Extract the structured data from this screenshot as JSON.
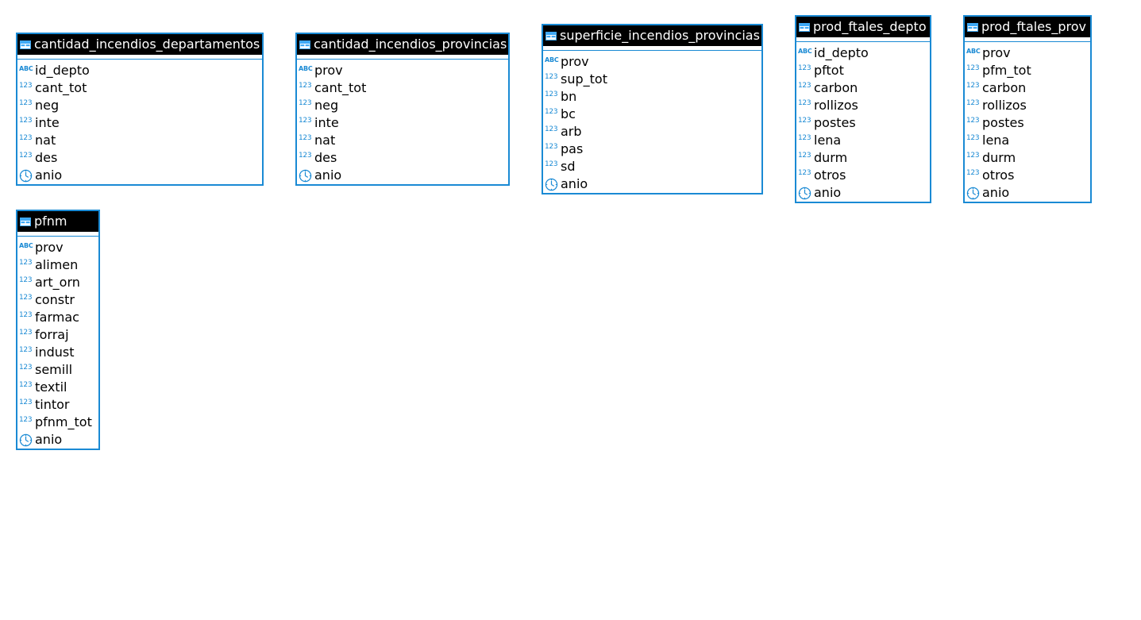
{
  "colors": {
    "border": "#1a8ad4",
    "header_bg": "#000000",
    "header_text": "#ffffff",
    "type_icon": "#1a8ad4"
  },
  "type_icons": {
    "string": "ABC",
    "number": "123",
    "date": "clock-icon"
  },
  "tables": [
    {
      "name": "cantidad_incendios_departamentos",
      "columns": [
        {
          "name": "id_depto",
          "type": "string"
        },
        {
          "name": "cant_tot",
          "type": "number"
        },
        {
          "name": "neg",
          "type": "number"
        },
        {
          "name": "inte",
          "type": "number"
        },
        {
          "name": "nat",
          "type": "number"
        },
        {
          "name": "des",
          "type": "number"
        },
        {
          "name": "anio",
          "type": "date"
        }
      ]
    },
    {
      "name": "cantidad_incendios_provincias",
      "columns": [
        {
          "name": "prov",
          "type": "string"
        },
        {
          "name": "cant_tot",
          "type": "number"
        },
        {
          "name": "neg",
          "type": "number"
        },
        {
          "name": "inte",
          "type": "number"
        },
        {
          "name": "nat",
          "type": "number"
        },
        {
          "name": "des",
          "type": "number"
        },
        {
          "name": "anio",
          "type": "date"
        }
      ]
    },
    {
      "name": "superficie_incendios_provincias",
      "columns": [
        {
          "name": "prov",
          "type": "string"
        },
        {
          "name": "sup_tot",
          "type": "number"
        },
        {
          "name": "bn",
          "type": "number"
        },
        {
          "name": "bc",
          "type": "number"
        },
        {
          "name": "arb",
          "type": "number"
        },
        {
          "name": "pas",
          "type": "number"
        },
        {
          "name": "sd",
          "type": "number"
        },
        {
          "name": "anio",
          "type": "date"
        }
      ]
    },
    {
      "name": "prod_ftales_depto",
      "columns": [
        {
          "name": "id_depto",
          "type": "string"
        },
        {
          "name": "pftot",
          "type": "number"
        },
        {
          "name": "carbon",
          "type": "number"
        },
        {
          "name": "rollizos",
          "type": "number"
        },
        {
          "name": "postes",
          "type": "number"
        },
        {
          "name": "lena",
          "type": "number"
        },
        {
          "name": "durm",
          "type": "number"
        },
        {
          "name": "otros",
          "type": "number"
        },
        {
          "name": "anio",
          "type": "date"
        }
      ]
    },
    {
      "name": "prod_ftales_prov",
      "columns": [
        {
          "name": "prov",
          "type": "string"
        },
        {
          "name": "pfm_tot",
          "type": "number"
        },
        {
          "name": "carbon",
          "type": "number"
        },
        {
          "name": "rollizos",
          "type": "number"
        },
        {
          "name": "postes",
          "type": "number"
        },
        {
          "name": "lena",
          "type": "number"
        },
        {
          "name": "durm",
          "type": "number"
        },
        {
          "name": "otros",
          "type": "number"
        },
        {
          "name": "anio",
          "type": "date"
        }
      ]
    },
    {
      "name": "pfnm",
      "columns": [
        {
          "name": "prov",
          "type": "string"
        },
        {
          "name": "alimen",
          "type": "number"
        },
        {
          "name": "art_orn",
          "type": "number"
        },
        {
          "name": "constr",
          "type": "number"
        },
        {
          "name": "farmac",
          "type": "number"
        },
        {
          "name": "forraj",
          "type": "number"
        },
        {
          "name": "indust",
          "type": "number"
        },
        {
          "name": "semill",
          "type": "number"
        },
        {
          "name": "textil",
          "type": "number"
        },
        {
          "name": "tintor",
          "type": "number"
        },
        {
          "name": "pfnm_tot",
          "type": "number"
        },
        {
          "name": "anio",
          "type": "date"
        }
      ]
    }
  ]
}
